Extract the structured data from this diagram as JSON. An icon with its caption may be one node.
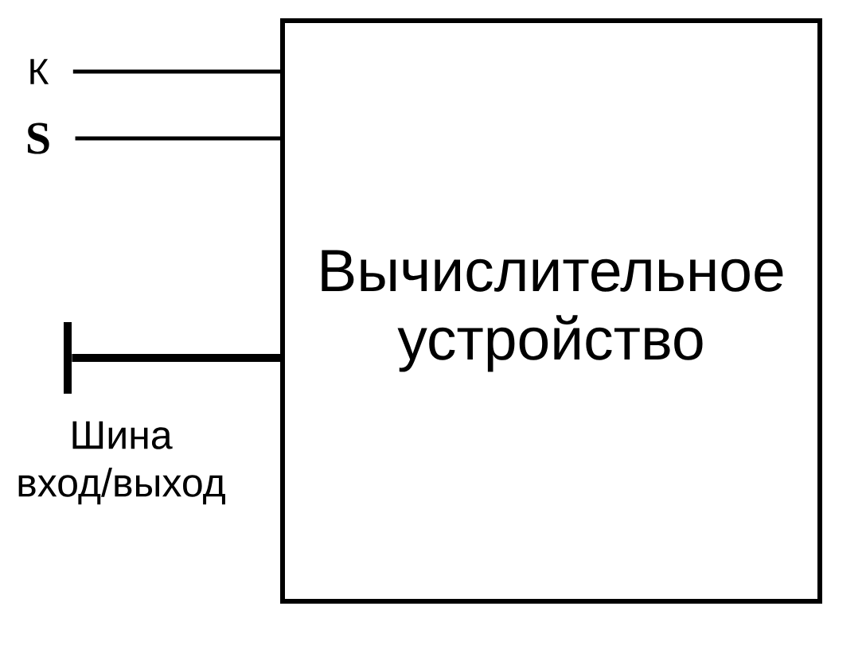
{
  "diagram": {
    "nodes": [
      {
        "text": [
          "К"
        ]
      },
      {
        "text": [
          "S"
        ]
      },
      {
        "text": [
          "Вычислительное устройство"
        ]
      },
      {
        "text": [],
        "shape": "bar",
        "beside": [
          "Шина вход/выход"
        ]
      }
    ],
    "edges": [
      {
        "from": 0,
        "to": 2,
        "arrow": "none"
      },
      {
        "from": 1,
        "to": 2,
        "arrow": "none"
      },
      {
        "from": 3,
        "to": 2,
        "arrow": "none",
        "style": "thick"
      }
    ]
  }
}
